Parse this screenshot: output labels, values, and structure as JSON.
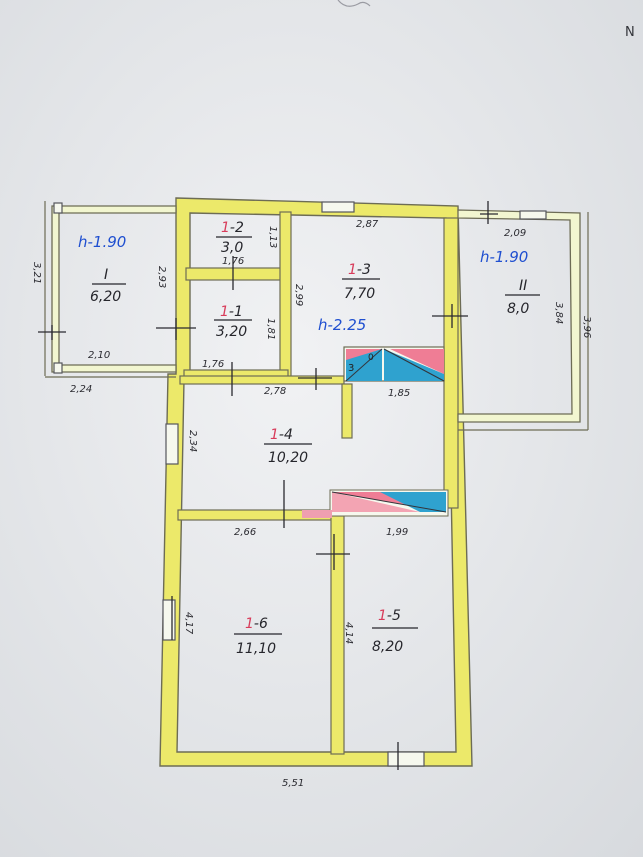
{
  "header_fragment": "N",
  "rooms": [
    {
      "id": "I",
      "name": "I",
      "area": "6,20",
      "height": "h-1.90"
    },
    {
      "id": "1-2",
      "prefix": "1",
      "suffix": "-2",
      "area": "3,0"
    },
    {
      "id": "1-1",
      "prefix": "1",
      "suffix": "-1",
      "area": "3,20"
    },
    {
      "id": "1-3",
      "prefix": "1",
      "suffix": "-3",
      "area": "7,70",
      "height": "h-2.25"
    },
    {
      "id": "II",
      "name": "II",
      "area": "8,0",
      "height": "h-1.90"
    },
    {
      "id": "1-4",
      "prefix": "1",
      "suffix": "-4",
      "area": "10,20"
    },
    {
      "id": "1-6",
      "prefix": "1",
      "suffix": "-6",
      "area": "11,10"
    },
    {
      "id": "1-5",
      "prefix": "1",
      "suffix": "-5",
      "area": "8,20"
    }
  ],
  "stair_label": "3",
  "stair_symbol": "0",
  "dimensions": {
    "I_left": "3,21",
    "I_right": "2,93",
    "I_inner_bottom": "2,10",
    "I_outer_bottom": "2,24",
    "r12_width": "1,76",
    "r12_height": "1,13",
    "r11_width": "1,76",
    "r11_height": "1,81",
    "r13_top": "2,87",
    "r13_left": "2,99",
    "corridor_width": "2,78",
    "stair_width": "1,85",
    "II_top": "2,09",
    "II_inner": "3,84",
    "II_outer": "3,96",
    "r14_height": "2,34",
    "r16_top": "2,66",
    "r15_top": "1,99",
    "r16_height": "4,17",
    "r15_height": "4,14",
    "overall_bottom": "5,51"
  },
  "colors": {
    "wall": "#ece96a",
    "wall_stroke": "#6d6c55",
    "partition": "#f2f6d0",
    "height_text": "#1f4fd0",
    "pink": "#ef7d95",
    "cyan": "#2fa2cf",
    "paper": "#e6e8ea"
  }
}
